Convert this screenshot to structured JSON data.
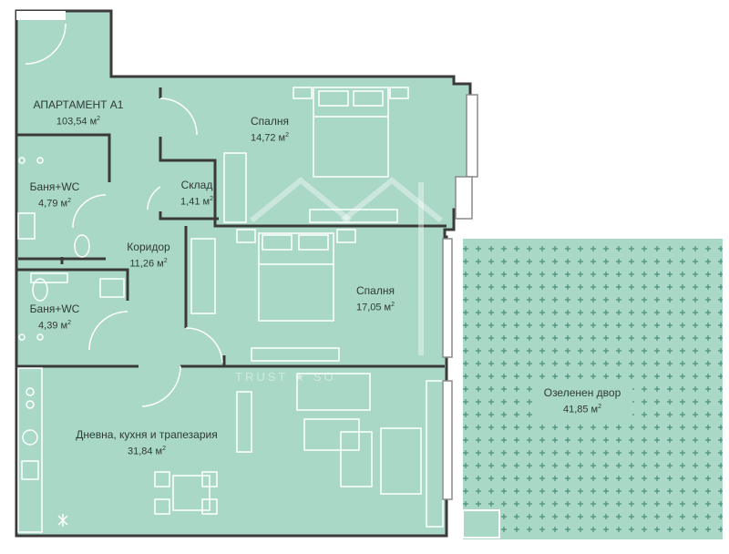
{
  "colors": {
    "room_fill": "#a9d8c7",
    "garden_fill": "#a9d8c7",
    "wall": "#3a3a3a",
    "plus_pattern": "#4a8f7b",
    "furniture": "#ffffff"
  },
  "area_unit_sup": "2",
  "rooms": {
    "apartment": {
      "name": "АПАРТАМЕНТ А1",
      "area": "103,54 м"
    },
    "bedroom1": {
      "name": "Спалня",
      "area": "14,72 м"
    },
    "storage": {
      "name": "Склад",
      "area": "1,41 м"
    },
    "bath1": {
      "name": "Баня+WC",
      "area": "4,79 м"
    },
    "corridor": {
      "name": "Коридор",
      "area": "11,26 м"
    },
    "bedroom2": {
      "name": "Спалня",
      "area": "17,05 м"
    },
    "bath2": {
      "name": "Баня+WC",
      "area": "4,39 м"
    },
    "living": {
      "name": "Дневна, кухня и трапезария",
      "area": "31,84 м"
    },
    "garden": {
      "name": "Озеленен двор",
      "area": "41,85 м"
    }
  },
  "watermark": {
    "text": "TRUST ★ SO"
  }
}
